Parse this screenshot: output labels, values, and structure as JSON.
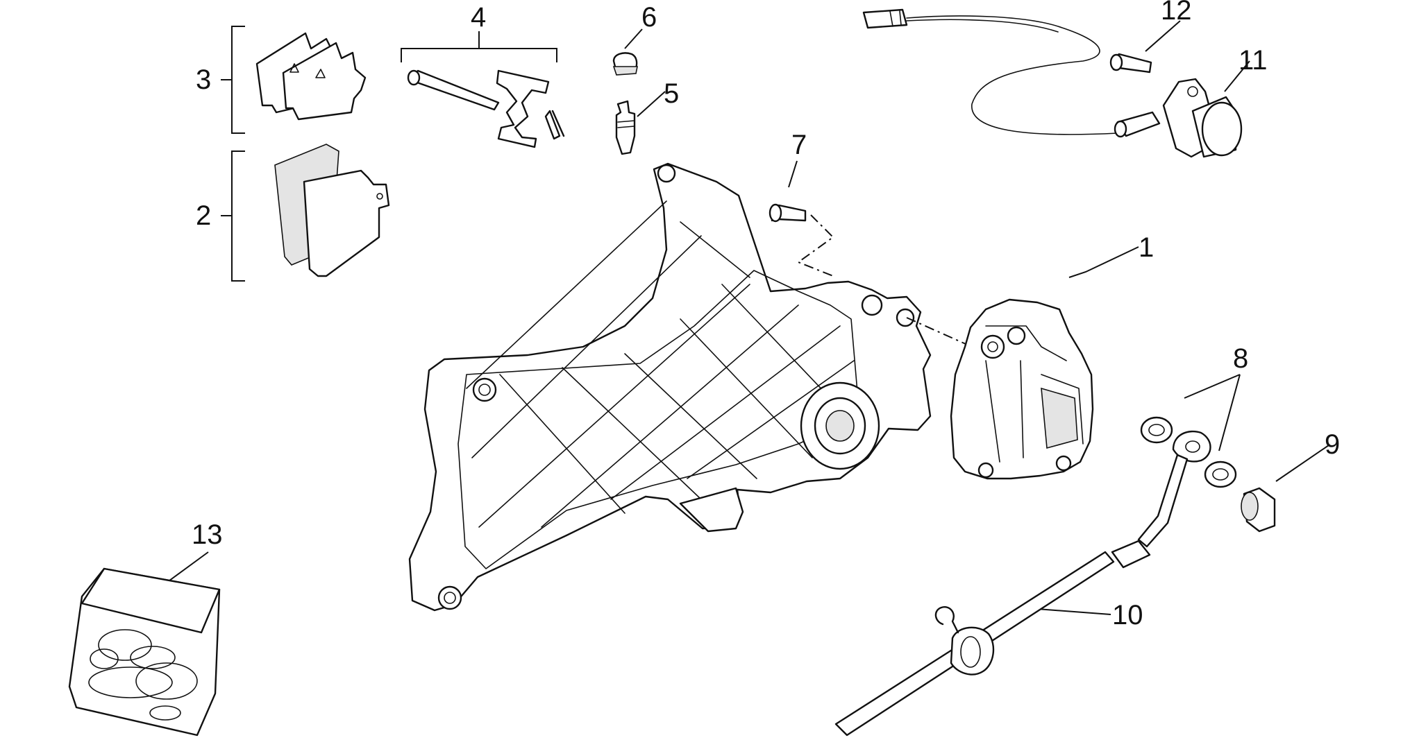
{
  "diagram": {
    "labels": {
      "p1": "1",
      "p2": "2",
      "p3": "3",
      "p4": "4",
      "p5": "5",
      "p6": "6",
      "p7": "7",
      "p8": "8",
      "p9": "9",
      "p10": "10",
      "p11": "11",
      "p12": "12",
      "p13": "13"
    },
    "colors": {
      "line": "#111111",
      "background": "#ffffff"
    }
  }
}
